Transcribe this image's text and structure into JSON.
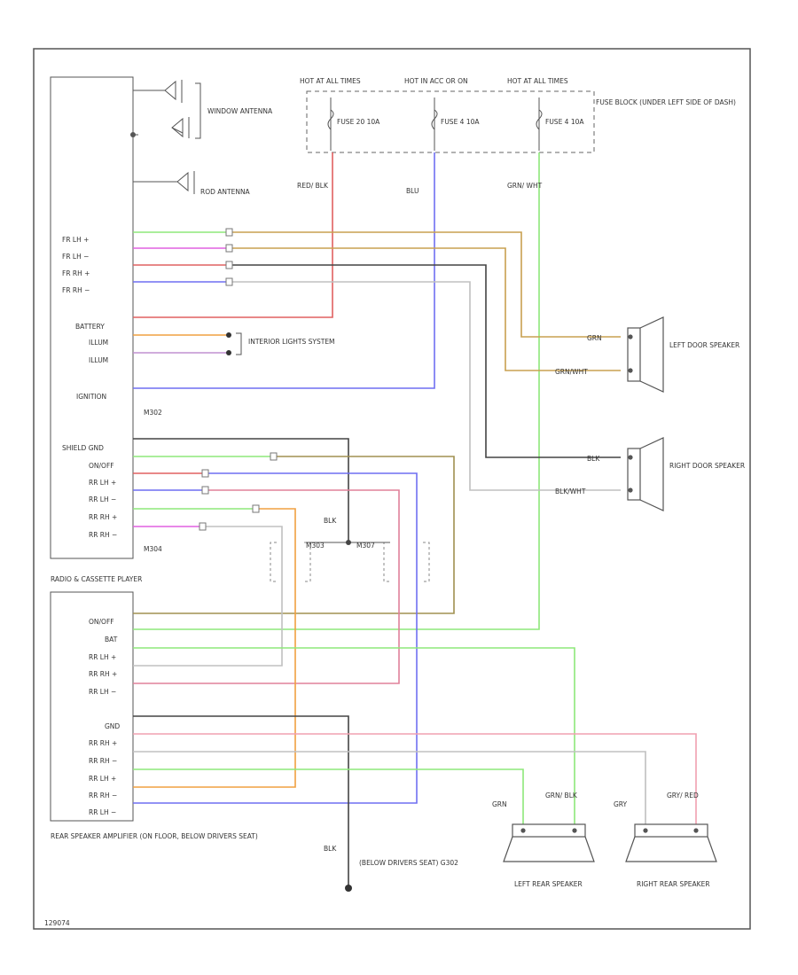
{
  "colors": {
    "outline": "#555555",
    "red": "#e06060",
    "blue": "#6f6ff2",
    "green": "#8ee87a",
    "tan": "#c8a050",
    "gray": "#777777",
    "lightgray": "#c0c0c0",
    "orange": "#f0a040",
    "violet": "#c090d0",
    "pink": "#f0a0b0",
    "black": "#444444",
    "olive": "#a09050",
    "magenta": "#e060e0"
  },
  "texts": {
    "window_antenna": "WINDOW ANTENNA",
    "rod_antenna": "ROD ANTENNA",
    "hot_all_1": "HOT AT ALL TIMES",
    "hot_acc": "HOT IN ACC OR ON",
    "hot_all_2": "HOT AT ALL TIMES",
    "fuse_block": "FUSE BLOCK (UNDER LEFT SIDE OF DASH)",
    "fuse1": "FUSE 20 10A",
    "fuse2": "FUSE 4 10A",
    "fuse3": "FUSE 4 10A",
    "wire_red_blk": "RED/ BLK",
    "wire_blu": "BLU",
    "wire_grn_wht": "GRN/ WHT",
    "radio_unit": "M302",
    "radio_cassette": "RADIO & CASSETTE PLAYER",
    "m304": "M304",
    "battery": "BATTERY",
    "illum1": "ILLUM",
    "illum2": "ILLUM",
    "ignition": "IGNITION",
    "interior_lights": "INTERIOR LIGHTS SYSTEM",
    "fr_lh_pos": "FR LH +",
    "fr_lh_neg": "FR LH −",
    "fr_rh_pos": "FR RH +",
    "fr_rh_neg": "FR RH −",
    "shield_gnd": "SHIELD GND",
    "on_off": "ON/OFF",
    "rr_lh_pos": "RR LH +",
    "rr_lh_neg": "RR LH −",
    "rr_rh_pos": "RR RH +",
    "rr_rh_neg": "RR RH −",
    "amp_on_off": "ON/OFF",
    "amp_bat": "BAT",
    "amp_rr_lh_pos": "RR LH +",
    "amp_rr_rh_pos": "RR RH +",
    "amp_rr_lh_neg": "RR LH −",
    "amp_gnd": "GND",
    "amp_out_rh_pos": "RR RH +",
    "amp_out_rh_neg": "RR RH −",
    "amp_out_lh_pos": "RR LH +",
    "amp_out_rh_neg2": "RR RH −",
    "amp_out_lh_neg": "RR LH −",
    "rear_amp": "REAR SPEAKER AMPLIFIER (ON FLOOR, BELOW DRIVERS SEAT)",
    "below_seat": "(BELOW DRIVERS SEAT) G302",
    "blk": "BLK",
    "left_door": "LEFT DOOR SPEAKER",
    "right_door": "RIGHT DOOR SPEAKER",
    "left_rear": "LEFT REAR SPEAKER",
    "right_rear": "RIGHT REAR SPEAKER",
    "grn": "GRN",
    "grn_blk": "GRN/ BLK",
    "gry": "GRY",
    "gry_red": "GRY/ RED",
    "ld_wire1": "GRN",
    "ld_wire2": "GRN/WHT",
    "rd_wire1": "BLK",
    "rd_wire2": "BLK/WHT",
    "m303": "M303",
    "m307": "M307",
    "diagram_id": "129074"
  }
}
